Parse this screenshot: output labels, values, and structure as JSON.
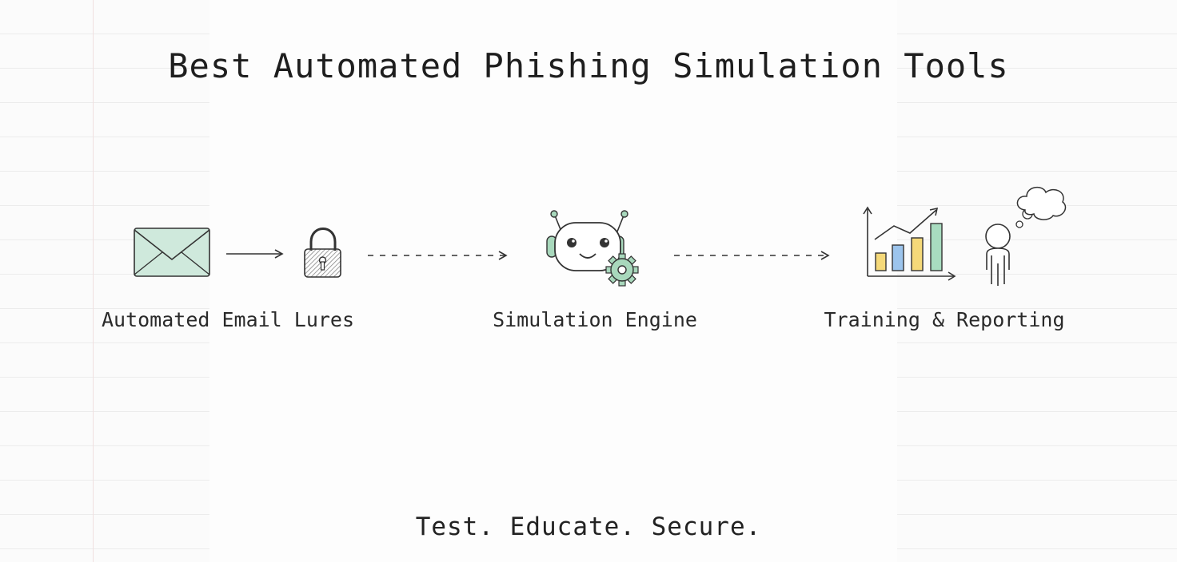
{
  "title": "Best Automated Phishing Simulation Tools",
  "stages": [
    {
      "label": "Automated Email Lures",
      "icons": [
        "envelope-icon",
        "padlock-icon"
      ]
    },
    {
      "label": "Simulation Engine",
      "icons": [
        "robot-gear-icon"
      ]
    },
    {
      "label": "Training & Reporting",
      "icons": [
        "bar-chart-icon",
        "thinking-person-icon"
      ]
    }
  ],
  "tagline": "Test. Educate. Secure.",
  "colors": {
    "envelope": "#cfe9dc",
    "robot_accent": "#a8d8bc",
    "bar_yellow": "#f5d979",
    "bar_blue": "#9cc4ec",
    "bar_green": "#a8dcc0",
    "ink": "#333333"
  }
}
